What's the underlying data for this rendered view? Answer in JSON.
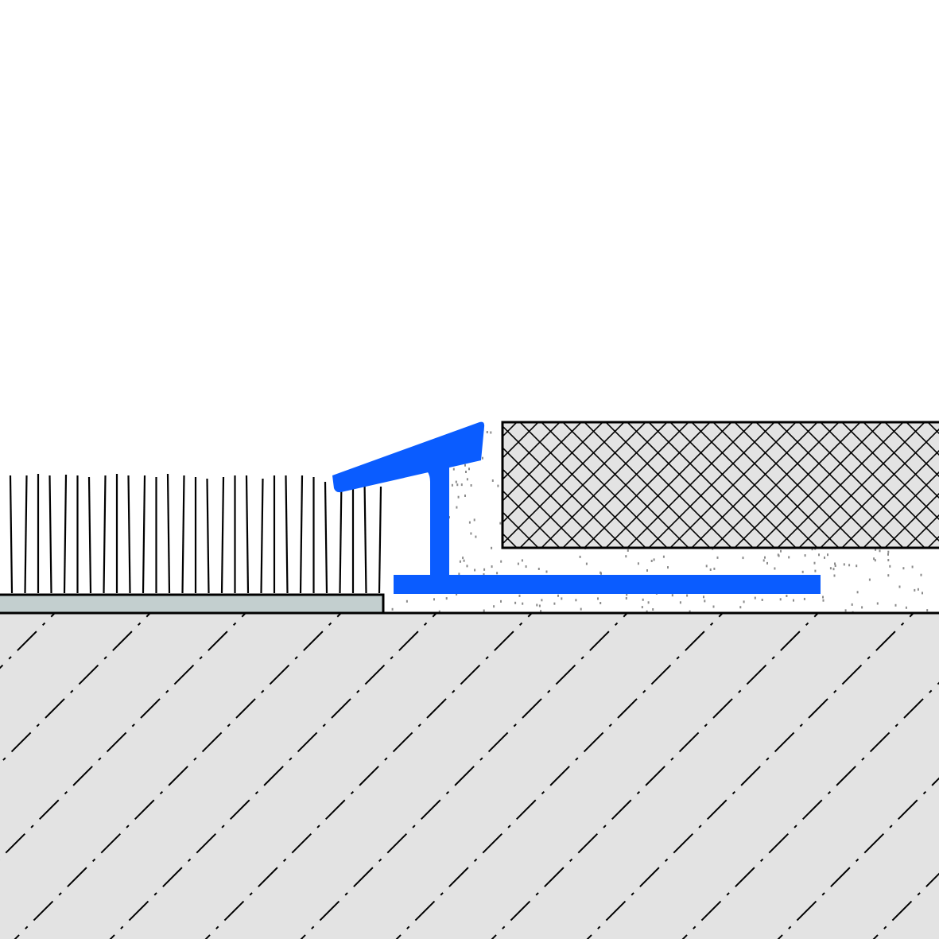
{
  "diagram": {
    "background_color": "#ffffff",
    "colors": {
      "substrate_fill": "#e3e3e3",
      "substrate_hatch": "#000000",
      "profile_blue": "#0a5cff",
      "carpet_backing": "#c3cfcf",
      "carpet_fibres": "#000000",
      "tile_fill": "#e3e3e3",
      "tile_crosshatch": "#000000",
      "adhesive_fill": "#ffffff",
      "adhesive_speckle": "#8a8a8a",
      "outline": "#000000"
    },
    "components": [
      {
        "id": "substrate",
        "label": ""
      },
      {
        "id": "carpet",
        "label": ""
      },
      {
        "id": "transition-profile",
        "label": ""
      },
      {
        "id": "tile-adhesive",
        "label": ""
      },
      {
        "id": "tile",
        "label": ""
      }
    ]
  }
}
